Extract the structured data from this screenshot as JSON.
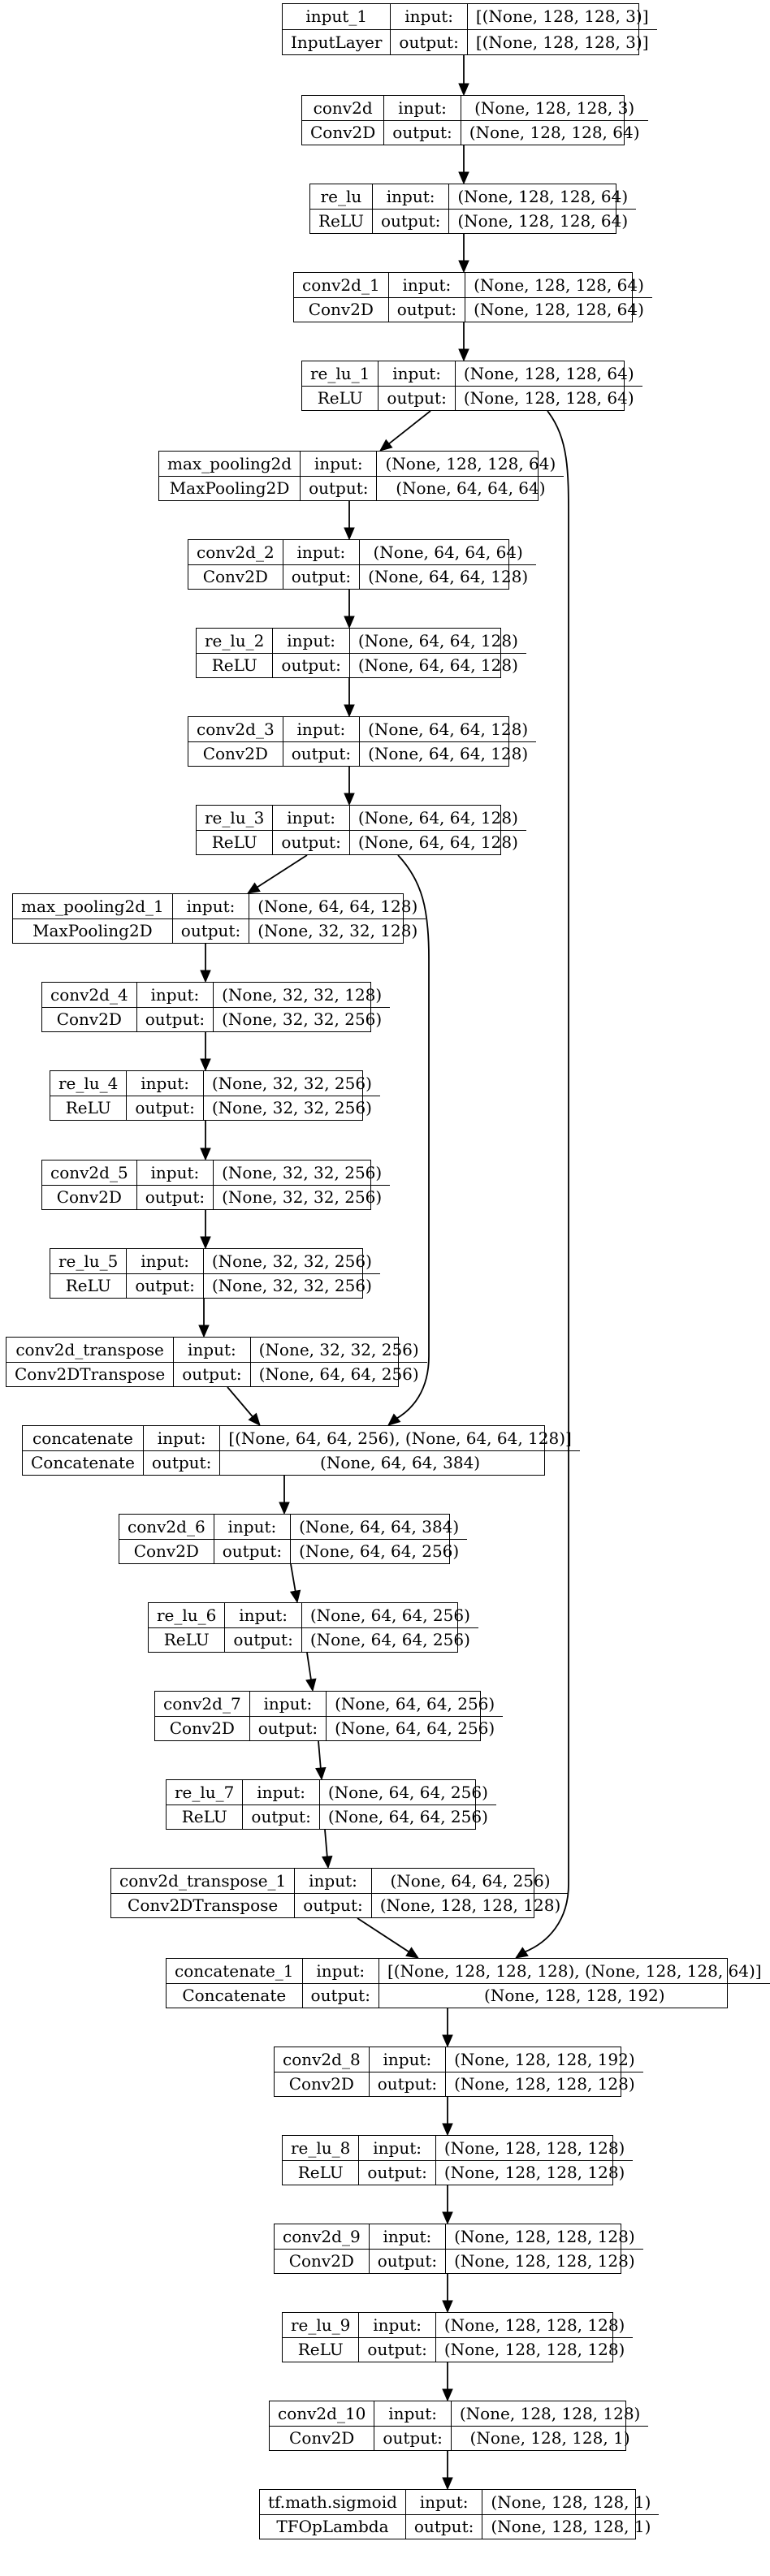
{
  "nodes": [
    {
      "id": "input_1",
      "name": "input_1",
      "type": "InputLayer",
      "in_label": "input:",
      "out_label": "output:",
      "in": "[(None, 128, 128, 3)]",
      "out": "[(None, 128, 128, 3)]"
    },
    {
      "id": "conv2d",
      "name": "conv2d",
      "type": "Conv2D",
      "in_label": "input:",
      "out_label": "output:",
      "in": "(None, 128, 128, 3)",
      "out": "(None, 128, 128, 64)"
    },
    {
      "id": "re_lu",
      "name": "re_lu",
      "type": "ReLU",
      "in_label": "input:",
      "out_label": "output:",
      "in": "(None, 128, 128, 64)",
      "out": "(None, 128, 128, 64)"
    },
    {
      "id": "conv2d_1",
      "name": "conv2d_1",
      "type": "Conv2D",
      "in_label": "input:",
      "out_label": "output:",
      "in": "(None, 128, 128, 64)",
      "out": "(None, 128, 128, 64)"
    },
    {
      "id": "re_lu_1",
      "name": "re_lu_1",
      "type": "ReLU",
      "in_label": "input:",
      "out_label": "output:",
      "in": "(None, 128, 128, 64)",
      "out": "(None, 128, 128, 64)"
    },
    {
      "id": "max_pooling2d",
      "name": "max_pooling2d",
      "type": "MaxPooling2D",
      "in_label": "input:",
      "out_label": "output:",
      "in": "(None, 128, 128, 64)",
      "out": "(None, 64, 64, 64)"
    },
    {
      "id": "conv2d_2",
      "name": "conv2d_2",
      "type": "Conv2D",
      "in_label": "input:",
      "out_label": "output:",
      "in": "(None, 64, 64, 64)",
      "out": "(None, 64, 64, 128)"
    },
    {
      "id": "re_lu_2",
      "name": "re_lu_2",
      "type": "ReLU",
      "in_label": "input:",
      "out_label": "output:",
      "in": "(None, 64, 64, 128)",
      "out": "(None, 64, 64, 128)"
    },
    {
      "id": "conv2d_3",
      "name": "conv2d_3",
      "type": "Conv2D",
      "in_label": "input:",
      "out_label": "output:",
      "in": "(None, 64, 64, 128)",
      "out": "(None, 64, 64, 128)"
    },
    {
      "id": "re_lu_3",
      "name": "re_lu_3",
      "type": "ReLU",
      "in_label": "input:",
      "out_label": "output:",
      "in": "(None, 64, 64, 128)",
      "out": "(None, 64, 64, 128)"
    },
    {
      "id": "max_pooling2d_1",
      "name": "max_pooling2d_1",
      "type": "MaxPooling2D",
      "in_label": "input:",
      "out_label": "output:",
      "in": "(None, 64, 64, 128)",
      "out": "(None, 32, 32, 128)"
    },
    {
      "id": "conv2d_4",
      "name": "conv2d_4",
      "type": "Conv2D",
      "in_label": "input:",
      "out_label": "output:",
      "in": "(None, 32, 32, 128)",
      "out": "(None, 32, 32, 256)"
    },
    {
      "id": "re_lu_4",
      "name": "re_lu_4",
      "type": "ReLU",
      "in_label": "input:",
      "out_label": "output:",
      "in": "(None, 32, 32, 256)",
      "out": "(None, 32, 32, 256)"
    },
    {
      "id": "conv2d_5",
      "name": "conv2d_5",
      "type": "Conv2D",
      "in_label": "input:",
      "out_label": "output:",
      "in": "(None, 32, 32, 256)",
      "out": "(None, 32, 32, 256)"
    },
    {
      "id": "re_lu_5",
      "name": "re_lu_5",
      "type": "ReLU",
      "in_label": "input:",
      "out_label": "output:",
      "in": "(None, 32, 32, 256)",
      "out": "(None, 32, 32, 256)"
    },
    {
      "id": "conv2d_transpose",
      "name": "conv2d_transpose",
      "type": "Conv2DTranspose",
      "in_label": "input:",
      "out_label": "output:",
      "in": "(None, 32, 32, 256)",
      "out": "(None, 64, 64, 256)"
    },
    {
      "id": "concatenate",
      "name": "concatenate",
      "type": "Concatenate",
      "in_label": "input:",
      "out_label": "output:",
      "in": "[(None, 64, 64, 256), (None, 64, 64, 128)]",
      "out": "(None, 64, 64, 384)"
    },
    {
      "id": "conv2d_6",
      "name": "conv2d_6",
      "type": "Conv2D",
      "in_label": "input:",
      "out_label": "output:",
      "in": "(None, 64, 64, 384)",
      "out": "(None, 64, 64, 256)"
    },
    {
      "id": "re_lu_6",
      "name": "re_lu_6",
      "type": "ReLU",
      "in_label": "input:",
      "out_label": "output:",
      "in": "(None, 64, 64, 256)",
      "out": "(None, 64, 64, 256)"
    },
    {
      "id": "conv2d_7",
      "name": "conv2d_7",
      "type": "Conv2D",
      "in_label": "input:",
      "out_label": "output:",
      "in": "(None, 64, 64, 256)",
      "out": "(None, 64, 64, 256)"
    },
    {
      "id": "re_lu_7",
      "name": "re_lu_7",
      "type": "ReLU",
      "in_label": "input:",
      "out_label": "output:",
      "in": "(None, 64, 64, 256)",
      "out": "(None, 64, 64, 256)"
    },
    {
      "id": "conv2d_transpose_1",
      "name": "conv2d_transpose_1",
      "type": "Conv2DTranspose",
      "in_label": "input:",
      "out_label": "output:",
      "in": "(None, 64, 64, 256)",
      "out": "(None, 128, 128, 128)"
    },
    {
      "id": "concatenate_1",
      "name": "concatenate_1",
      "type": "Concatenate",
      "in_label": "input:",
      "out_label": "output:",
      "in": "[(None, 128, 128, 128), (None, 128, 128, 64)]",
      "out": "(None, 128, 128, 192)"
    },
    {
      "id": "conv2d_8",
      "name": "conv2d_8",
      "type": "Conv2D",
      "in_label": "input:",
      "out_label": "output:",
      "in": "(None, 128, 128, 192)",
      "out": "(None, 128, 128, 128)"
    },
    {
      "id": "re_lu_8",
      "name": "re_lu_8",
      "type": "ReLU",
      "in_label": "input:",
      "out_label": "output:",
      "in": "(None, 128, 128, 128)",
      "out": "(None, 128, 128, 128)"
    },
    {
      "id": "conv2d_9",
      "name": "conv2d_9",
      "type": "Conv2D",
      "in_label": "input:",
      "out_label": "output:",
      "in": "(None, 128, 128, 128)",
      "out": "(None, 128, 128, 128)"
    },
    {
      "id": "re_lu_9",
      "name": "re_lu_9",
      "type": "ReLU",
      "in_label": "input:",
      "out_label": "output:",
      "in": "(None, 128, 128, 128)",
      "out": "(None, 128, 128, 128)"
    },
    {
      "id": "conv2d_10",
      "name": "conv2d_10",
      "type": "Conv2D",
      "in_label": "input:",
      "out_label": "output:",
      "in": "(None, 128, 128, 128)",
      "out": "(None, 128, 128, 1)"
    },
    {
      "id": "tf_math_sigmoid",
      "name": "tf.math.sigmoid",
      "type": "TFOpLambda",
      "in_label": "input:",
      "out_label": "output:",
      "in": "(None, 128, 128, 1)",
      "out": "(None, 128, 128, 1)"
    }
  ],
  "edges": [
    [
      "input_1",
      "conv2d"
    ],
    [
      "conv2d",
      "re_lu"
    ],
    [
      "re_lu",
      "conv2d_1"
    ],
    [
      "conv2d_1",
      "re_lu_1"
    ],
    [
      "re_lu_1",
      "max_pooling2d"
    ],
    [
      "re_lu_1",
      "concatenate_1"
    ],
    [
      "max_pooling2d",
      "conv2d_2"
    ],
    [
      "conv2d_2",
      "re_lu_2"
    ],
    [
      "re_lu_2",
      "conv2d_3"
    ],
    [
      "conv2d_3",
      "re_lu_3"
    ],
    [
      "re_lu_3",
      "max_pooling2d_1"
    ],
    [
      "re_lu_3",
      "concatenate"
    ],
    [
      "max_pooling2d_1",
      "conv2d_4"
    ],
    [
      "conv2d_4",
      "re_lu_4"
    ],
    [
      "re_lu_4",
      "conv2d_5"
    ],
    [
      "conv2d_5",
      "re_lu_5"
    ],
    [
      "re_lu_5",
      "conv2d_transpose"
    ],
    [
      "conv2d_transpose",
      "concatenate"
    ],
    [
      "concatenate",
      "conv2d_6"
    ],
    [
      "conv2d_6",
      "re_lu_6"
    ],
    [
      "re_lu_6",
      "conv2d_7"
    ],
    [
      "conv2d_7",
      "re_lu_7"
    ],
    [
      "re_lu_7",
      "conv2d_transpose_1"
    ],
    [
      "conv2d_transpose_1",
      "concatenate_1"
    ],
    [
      "concatenate_1",
      "conv2d_8"
    ],
    [
      "conv2d_8",
      "re_lu_8"
    ],
    [
      "re_lu_8",
      "conv2d_9"
    ],
    [
      "conv2d_9",
      "re_lu_9"
    ],
    [
      "re_lu_9",
      "conv2d_10"
    ],
    [
      "conv2d_10",
      "tf_math_sigmoid"
    ]
  ]
}
